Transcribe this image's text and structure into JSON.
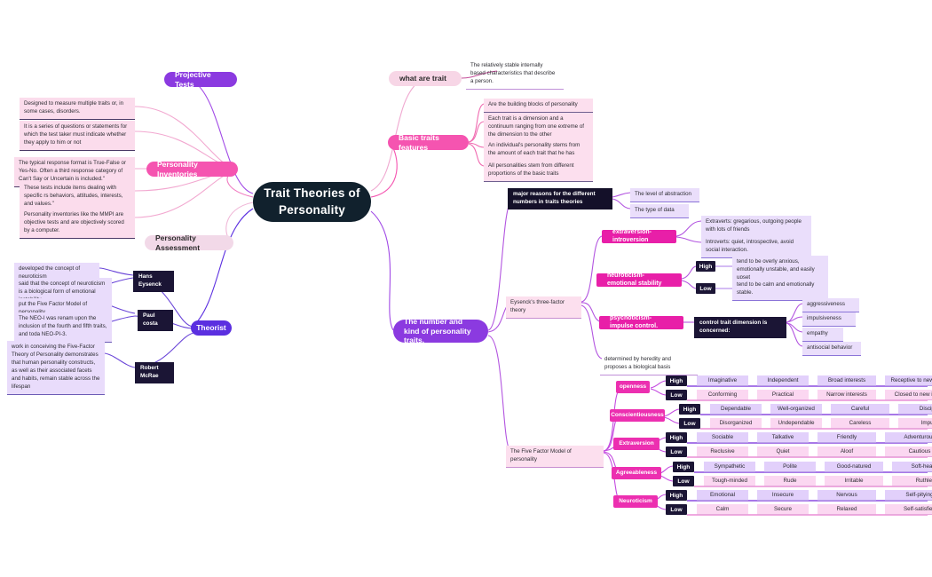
{
  "central": {
    "title": "Trait Theories of Personality"
  },
  "branches": {
    "projective": "Projective Tests",
    "inventories": "Personality Inventories",
    "assessment": "Personality Assessment",
    "theorist": "Theorist",
    "what_are_trait": "what are trait",
    "basic_traits": "Basic traits features",
    "number_kind": "The number and kind of personality traits."
  },
  "inventories_items": [
    "Designed to measure multiple traits or, in some cases, disorders.",
    "It is a series of questions or statements for which the test taker must indicate whether they apply to him or not",
    "The typical response format is True-False or Yes-No. Often a third response category of Can't Say or Uncertain is included.\"",
    "These tests include items dealing with specific rs behaviors, attitudes, interests, and values.\"",
    "Personality inventories like the MMPI are objective tests and are objectively scored by a computer."
  ],
  "theorists": [
    {
      "name": "Hans Eysenck",
      "notes": [
        "developed the concept of neuroticism",
        "said that the concept of neuroticism is a biological form of emotional instability"
      ]
    },
    {
      "name": "Paul costa",
      "notes": [
        "put the Five Factor Model of personality.",
        "The NEO-I was renam upon the inclusion of the fourth and fifth traits, and toda NEO-PI-3."
      ]
    },
    {
      "name": "Robert McRae",
      "notes": [
        "work in conceiving the Five-Factor Theory of Personality demonstrates that human personality constructs, as well as their associated facets and habits, remain stable across the lifespan"
      ]
    }
  ],
  "what_are_trait_note": "The relatively stable internally based characteristics that describe a person.",
  "basic_traits_items": [
    "Are the building blocks of personality",
    " Each trait is a dimension and a continuum ranging from one extreme of the dimension to the other",
    "An individual's personality stems from the amount of each trait that he has",
    "All personalities stem from different proportions of the basic traits"
  ],
  "major_reasons": {
    "label": "major reasons for the different numbers in traits theories",
    "items": [
      "The level of abstraction",
      "The type of data"
    ]
  },
  "eysenck": {
    "label": "Eysenck's three-factor theory",
    "extraversion": {
      "label": "extraversion- introversion",
      "items": [
        "Extraverts: gregarious, outgoing people with lots of friends",
        "Introverts:  quiet, introspective, avoid social interaction."
      ]
    },
    "neuroticism": {
      "label": "neuroticism-emotional stability",
      "high_label": "High",
      "high_text": "tend to be overly anxious, emotionally unstable, and easily upset",
      "low_label": "Low",
      "low_text": "tend to be calm and emotionally stable."
    },
    "psychoticism": {
      "label": "psychoticism- impulse control.",
      "control": "control trait dimension is concerned:",
      "items": [
        "aggressiveness",
        "impulsiveness",
        "empathy",
        "antisocial behavior"
      ]
    },
    "heredity": "determined by heredity and proposes a biological basis"
  },
  "ffm": {
    "label": "The Five Factor Model of personality",
    "high_label": "High",
    "low_label": "Low",
    "factors": [
      {
        "name": "openness",
        "high": [
          "Imaginative",
          "Independent",
          "Broad interests",
          "Receptive to new ideas"
        ],
        "low": [
          "Conforming",
          "Practical",
          "Narrow interests",
          "Closed to new ideas"
        ]
      },
      {
        "name": "Conscientiousness",
        "high": [
          "Dependable",
          "Well-organized",
          "Careful",
          "Disciplined"
        ],
        "low": [
          "Disorganized",
          "Undependable",
          "Careless",
          "Impulsive"
        ]
      },
      {
        "name": "Extraversion",
        "high": [
          "Sociable",
          "Talkative",
          "Friendly",
          "Adventurous"
        ],
        "low": [
          "Reclusive",
          "Quiet",
          "Aloof",
          "Cautious"
        ]
      },
      {
        "name": "Agreeableness",
        "high": [
          "Sympathetic",
          "Polite",
          "Good-natured",
          "Soft-hearted"
        ],
        "low": [
          "Tough-minded",
          "Rude",
          "Irritable",
          "Ruthless"
        ]
      },
      {
        "name": "Neuroticism",
        "high": [
          "Emotional",
          "Insecure",
          "Nervous",
          "Self-pitying"
        ],
        "low": [
          "Calm",
          "Secure",
          "Relaxed",
          "Self-satisfied"
        ]
      }
    ]
  },
  "colors": {
    "central": "#11212d",
    "purple": "#8b3ae0",
    "violet": "#5b2fe0",
    "pink_deep": "#f554b0",
    "magenta": "#e81fa8",
    "dark": "#1b1535"
  }
}
